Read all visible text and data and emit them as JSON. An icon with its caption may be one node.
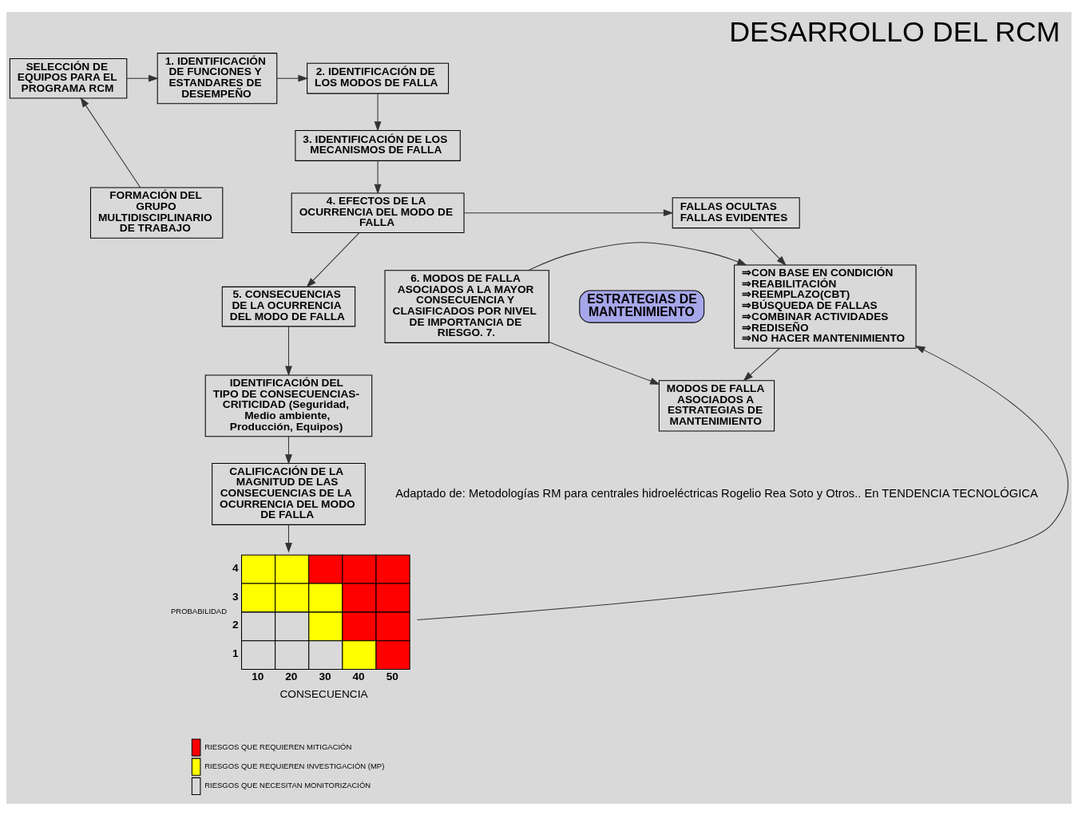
{
  "diagram": {
    "title": "DESARROLLO DEL RCM",
    "caption": "Adaptado de: Metodologías RM para centrales hidroeléctricas Rogelio Rea Soto y Otros.. En TENDENCIA TECNOLÓGICA",
    "nodes": [
      {
        "text": [
          "SELECCIÓN DE EQUIPOS PARA EL PROGRAMA RCM"
        ]
      },
      {
        "text": [
          "1. IDENTIFICACIÓN DE FUNCIONES Y ESTANDARES DE DESEMPEÑO"
        ]
      },
      {
        "text": [
          "2. IDENTIFICACIÓN DE LOS MODOS DE FALLA"
        ]
      },
      {
        "text": [
          "3. IDENTIFICACIÓN DE LOS MECANISMOS DE FALLA"
        ]
      },
      {
        "text": [
          "FORMACIÓN DEL GRUPO MULTIDISCIPLINARIO DE TRABAJO"
        ]
      },
      {
        "text": [
          "FALLAS OCULTAS",
          "FALLAS EVIDENTES"
        ]
      },
      {
        "text": [
          "4. EFECTOS DE LA OCURRENCIA DEL MODO DE FALLA"
        ]
      },
      {
        "text": [
          "5. CONSECUENCIAS DE LA OCURRENCIA DEL MODO DE FALLA"
        ]
      },
      {
        "text": [
          "IDENTIFICACIÓN DEL TIPO DE CONSECUENCIAS- CRITICIDAD (Seguridad, Medio ambiente, Producción, Equipos)"
        ]
      },
      {
        "text": [
          "CALIFICACIÓN DE LA MAGNITUD DE LAS CONSECUENCIAS DE LA OCURRENCIA DEL MODO DE FALLA"
        ]
      },
      {
        "text": [
          "ESTRATEGIAS DE MANTENIMIENTO"
        ]
      },
      {
        "text": [
          "⇒CON BASE EN CONDICIÓN",
          "⇒REABILITACIÓN",
          "⇒REEMPLAZO(CBT)",
          "⇒BÚSQUEDA DE FALLAS",
          "⇒COMBINAR ACTIVIDADES",
          "⇒REDISEÑO",
          "⇒NO HACER MANTENIMIENTO"
        ]
      },
      {
        "text": [
          "6. MODOS DE FALLA ASOCIADOS A LA MAYOR CONSECUENCIA Y CLASIFICADOS POR NIVEL DE IMPORTANCIA DE RIESGO. 7."
        ]
      },
      {
        "text": [
          "PROBABILIDAD",
          "4",
          "3",
          "2",
          "1",
          "10",
          "20",
          "30",
          "40",
          "50",
          "CONSECUENCIA"
        ]
      },
      {
        "text": [
          "MODOS DE FALLA ASOCIADOS A ESTRATEGIAS DE MANTENIMIENTO"
        ]
      }
    ],
    "edges": [
      {
        "from": 0,
        "to": 1,
        "arrow": "to"
      },
      {
        "from": 1,
        "to": 2,
        "arrow": "to"
      },
      {
        "from": 2,
        "to": 3,
        "arrow": "to"
      },
      {
        "from": 3,
        "to": 6,
        "arrow": "to"
      },
      {
        "from": 6,
        "to": 5,
        "arrow": "to"
      },
      {
        "from": 6,
        "to": 7,
        "arrow": "to"
      },
      {
        "from": 4,
        "to": 0,
        "arrow": "to"
      },
      {
        "from": 7,
        "to": 8,
        "arrow": "to"
      },
      {
        "from": 8,
        "to": 9,
        "arrow": "to"
      },
      {
        "from": 9,
        "to": 13,
        "arrow": "to"
      },
      {
        "from": 5,
        "to": 11,
        "arrow": "to"
      },
      {
        "from": 13,
        "to": 11,
        "arrow": "to"
      },
      {
        "from": 12,
        "to": 11,
        "arrow": "to"
      },
      {
        "from": 12,
        "to": 14,
        "arrow": "to"
      },
      {
        "from": 11,
        "to": 14,
        "arrow": "to"
      }
    ],
    "legend": [
      {
        "text": "RIESGOS QUE REQUIEREN MITIGACIÓN",
        "color": "#ff0000"
      },
      {
        "text": "RIESGOS QUE REQUIEREN INVESTIGACIÓN (MP)",
        "color": "#ffff00"
      },
      {
        "text": "RIESGOS QUE NECESITAN MONITORIZACIÓN",
        "color": "#d9d9d9"
      }
    ]
  }
}
